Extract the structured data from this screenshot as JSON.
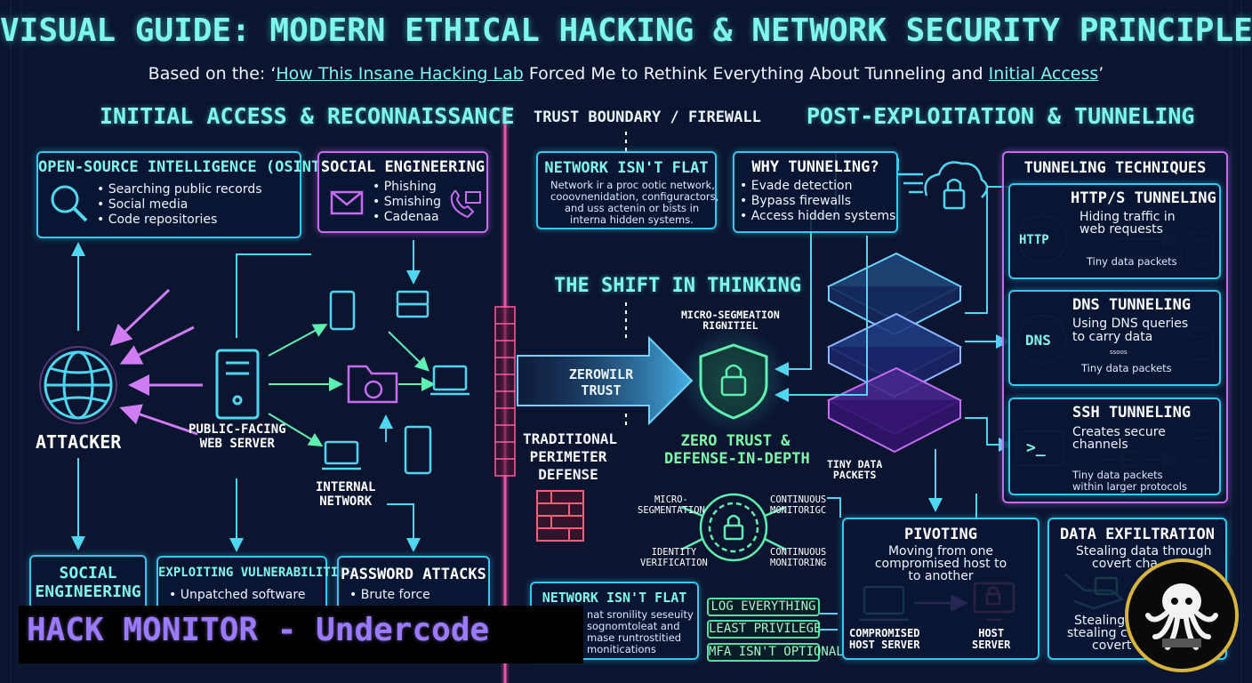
{
  "header": {
    "title": "VISUAL GUIDE: MODERN ETHICAL HACKING & NETWORK SECURITY PRINCIPLES",
    "subtitle_prefix": "Based on the: ‘",
    "subtitle_link1": "How This Insane Hacking Lab",
    "subtitle_middle": " Forced Me to Rethink Everything About Tunneling and ",
    "subtitle_link2": "Initial Access",
    "subtitle_suffix": "’"
  },
  "left": {
    "section_title": "INITIAL ACCESS & RECONNAISSANCE",
    "osint": {
      "title": "OPEN-SOURCE INTELLIGENCE (OSINT)",
      "items": [
        "Searching public records",
        "Social media",
        "Code repositories"
      ]
    },
    "social_top": {
      "title": "SOCIAL ENGINEERING",
      "items": [
        "Phishing",
        "Smishing",
        "Cadenaa"
      ]
    },
    "attacker_label": "ATTACKER",
    "web_server_label_1": "PUBLIC-FACING",
    "web_server_label_2": "WEB SERVER",
    "internal_label_1": "INTERNAL",
    "internal_label_2": "NETWORK",
    "bottom_social": {
      "line1": "SOCIAL",
      "line2": "ENGINEERING"
    },
    "exploit": {
      "title": "EXPLOITING VULNERABILITIES",
      "item": "Unpatched software"
    },
    "password": {
      "title": "PASSWORD ATTACKS",
      "item": "Brute force"
    }
  },
  "middle": {
    "trust_boundary": "TRUST BOUNDARY / FIREWALL",
    "network_flat_top": {
      "title": "NETWORK ISN'T FLAT",
      "lines": [
        "Network ir a proc ootic network,",
        "cooovnenidation, configuractors,",
        "and uss actenin or bists in",
        "interna hidden systems."
      ]
    },
    "shift": "THE SHIFT IN THINKING",
    "micro_seg_1": "MICRO-SEGMEATION",
    "micro_seg_2": "RIGNITIEL",
    "arrow_line1": "ZEROWILR",
    "arrow_line2": "TRUST",
    "traditional": [
      "TRADITIONAL",
      "PERIMETER",
      "DEFENSE"
    ],
    "zero_trust": [
      "ZERO TRUST &",
      "DEFENSE-IN-DEPTH"
    ],
    "ring": {
      "tl": [
        "MICRO-",
        "SEGMENTATION"
      ],
      "tr": [
        "CONTINUOUS",
        "MONITORIGC"
      ],
      "bl": [
        "IDENTITY",
        "VERIFICATION"
      ],
      "br": [
        "CONTINUOUS",
        "MONITORING"
      ]
    },
    "network_flat_bottom": {
      "title": "NETWORK ISN'T FLAT",
      "lines": [
        "nat sronility seseuity",
        "sognomtoleat and",
        "mase runtrostitied",
        "monitications"
      ]
    },
    "principles": [
      "LOG EVERYTHING",
      "LEAST PRIVILEGE",
      "MFA ISN'T OPTIONAL"
    ]
  },
  "right": {
    "section_title": "POST-EXPLOITATION & TUNNELING",
    "why": {
      "title": "WHY TUNNELING?",
      "items": [
        "Evade detection",
        "Bypass firewalls",
        "Access hidden systems"
      ]
    },
    "stack_label": [
      "TINY DATA",
      "PACKETS"
    ],
    "techniques_title": "TUNNELING TECHNIQUES",
    "http": {
      "title": "HTTP/S TUNNELING",
      "desc": [
        "Hiding traffic in",
        "web requests"
      ],
      "icon_text": "HTTP",
      "foot": "Tiny data packets"
    },
    "dns": {
      "title": "DNS TUNNELING",
      "desc": [
        "Using DNS queries",
        "to carry data"
      ],
      "icon_text": "DNS",
      "foot": "Tiny data packets",
      "mini": "ssoos"
    },
    "ssh": {
      "title": "SSH TUNNELING",
      "desc": [
        "Creates secure",
        "channels"
      ],
      "icon_text": ">_",
      "foot": [
        "Tiny data packets",
        "within larger protocols"
      ]
    },
    "pivoting": {
      "title": "PIVOTING",
      "desc": [
        "Moving from one",
        "compromised host to",
        "to another"
      ],
      "left_label": [
        "COMPROMISED",
        "HOST SERVER"
      ],
      "right_label": [
        "HOST",
        "SERVER"
      ]
    },
    "exfil": {
      "title": "DATA EXFILTRATION",
      "desc": [
        "Stealing data through",
        "covert cha"
      ],
      "desc2": [
        "Stealing",
        "stealing c",
        "covert ch"
      ]
    }
  },
  "banner": {
    "text": "HACK MONITOR - Undercode"
  },
  "colors": {
    "cyan": "#34c9ee",
    "pink": "#c56cf0",
    "green": "#4fe3a3",
    "bg": "#0b1530"
  }
}
